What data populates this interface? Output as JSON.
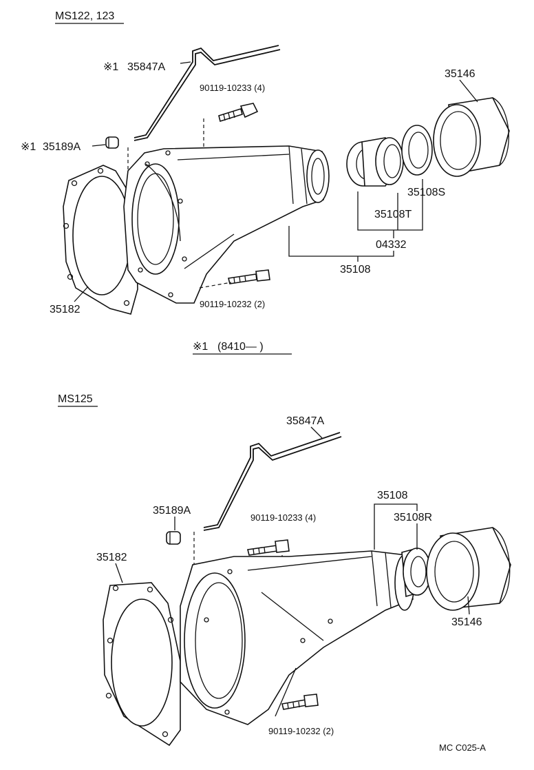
{
  "sections": [
    {
      "model_label": "MS122, 123",
      "parts": {
        "breather_tube": "35847A",
        "breather_plug": "35189A",
        "bolt_long": "90119-10233 (4)",
        "bolt_short": "90119-10232 (2)",
        "gasket": "35182",
        "dust_deflector": "35146",
        "oil_seal_s": "35108S",
        "oil_seal_t": "35108T",
        "kit": "04332",
        "extension_housing": "35108"
      },
      "marker": "※1"
    },
    {
      "model_label": "MS125",
      "parts": {
        "breather_tube": "35847A",
        "breather_plug": "35189A",
        "bolt_long": "90119-10233 (4)",
        "bolt_short": "90119-10232 (2)",
        "gasket": "35182",
        "extension_housing": "35108",
        "oil_seal_r": "35108R",
        "dust_deflector": "35146"
      }
    }
  ],
  "footnote": {
    "marker": "※1",
    "text": "(8410—      )"
  },
  "figure_code": "MC  C025-A"
}
